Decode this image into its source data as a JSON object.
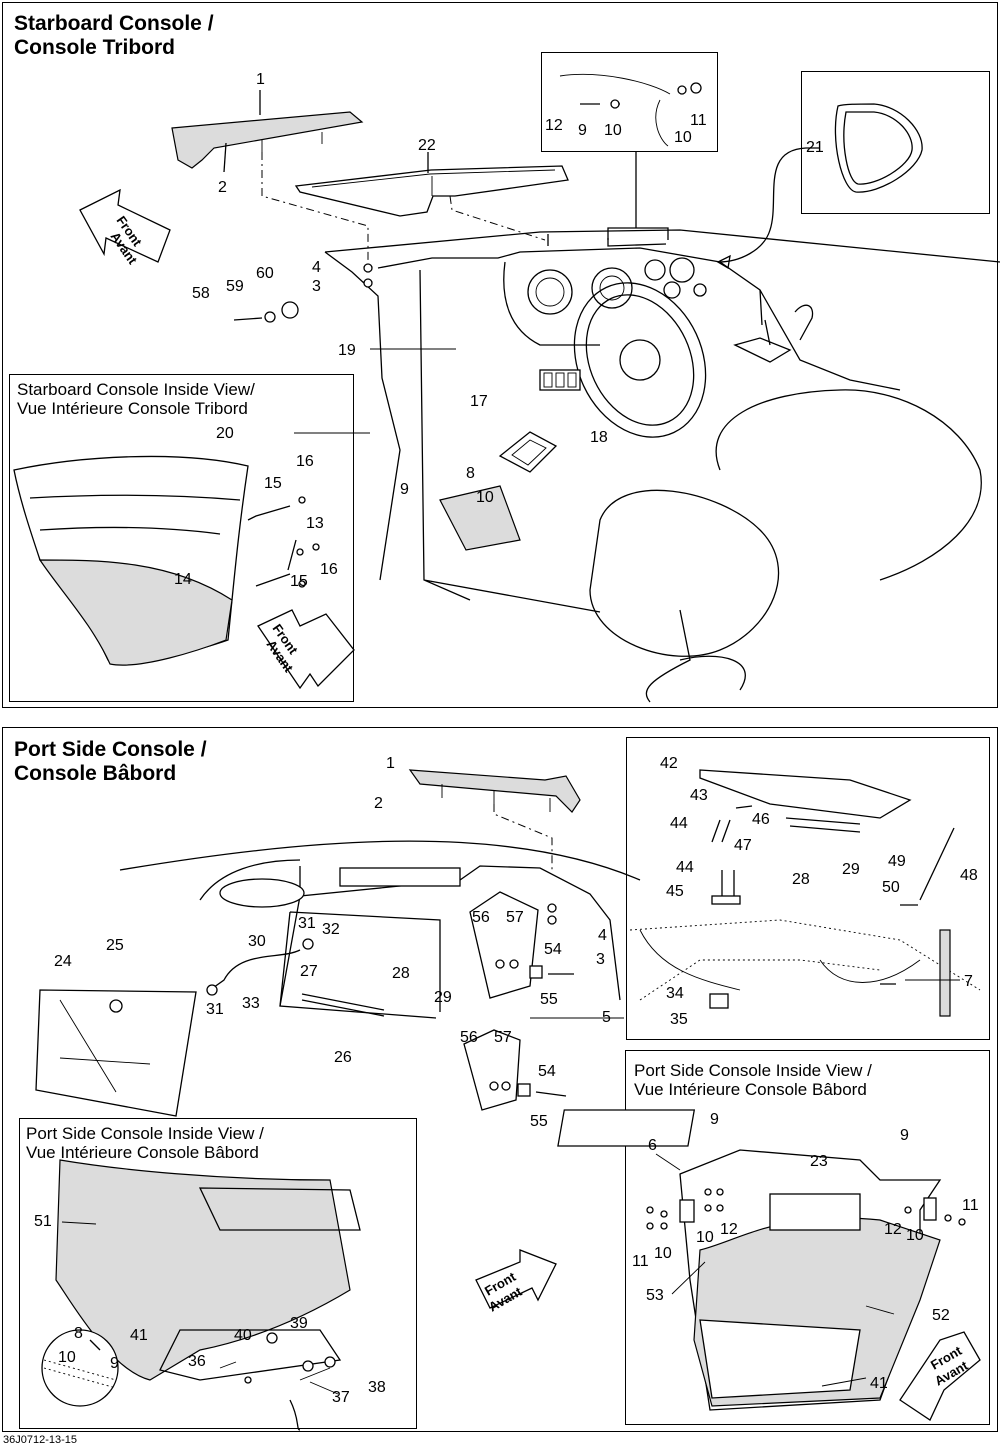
{
  "starboard": {
    "title_line1": "Starboard Console /",
    "title_line2": "Console Tribord",
    "inside_line1": "Starboard Console Inside View/",
    "inside_line2": "Vue Intérieure Console Tribord",
    "callouts": {
      "c1": "1",
      "c2": "2",
      "c22": "22",
      "c21": "21",
      "c12": "12",
      "c9": "9",
      "c10a": "10",
      "c10b": "10",
      "c11": "11",
      "c4": "4",
      "c3": "3",
      "c58": "58",
      "c59": "59",
      "c60": "60",
      "c19": "19",
      "c17": "17",
      "c18": "18",
      "c8": "8",
      "c9b": "9",
      "c10c": "10",
      "c20": "20",
      "c16a": "16",
      "c15a": "15",
      "c13": "13",
      "c14": "14",
      "c15b": "15",
      "c16b": "16"
    },
    "front1": [
      "Front",
      "Avant"
    ],
    "front2": [
      "Front",
      "Avant"
    ]
  },
  "port": {
    "title_line1": "Port Side Console /",
    "title_line2": "Console Bâbord",
    "inside_a_line1": "Port Side Console Inside View /",
    "inside_a_line2": "Vue Intérieure Console Bâbord",
    "inside_b_line1": "Port Side Console Inside View /",
    "inside_b_line2": "Vue Intérieure Console Bâbord",
    "callouts": {
      "c1": "1",
      "c2": "2",
      "c4": "4",
      "c3": "3",
      "c5": "5",
      "c25": "25",
      "c24": "24",
      "c30": "30",
      "c31a": "31",
      "c32": "32",
      "c27": "27",
      "c28": "28",
      "c29": "29",
      "c31b": "31",
      "c33": "33",
      "c26": "26",
      "c56a": "56",
      "c57a": "57",
      "c54a": "54",
      "c55a": "55",
      "c56b": "56",
      "c57b": "57",
      "c54b": "54",
      "c55b": "55",
      "c42": "42",
      "c43": "43",
      "c44a": "44",
      "c46": "46",
      "c47": "47",
      "c28b": "28",
      "c29b": "29",
      "c49": "49",
      "c48": "48",
      "c44b": "44",
      "c45": "45",
      "c50": "50",
      "c7": "7",
      "c34": "34",
      "c35": "35",
      "c51": "51",
      "c8": "8",
      "c10": "10",
      "c9": "9",
      "c41": "41",
      "c40": "40",
      "c39": "39",
      "c36": "36",
      "c37": "37",
      "c38": "38",
      "c9a": "9",
      "c9b": "9",
      "c6": "6",
      "c23": "23",
      "c12a": "12",
      "c12b": "12",
      "c11a": "11",
      "c11b": "11",
      "c10a": "10",
      "c10b": "10",
      "c10c": "10",
      "c53": "53",
      "c52": "52",
      "c41b": "41"
    },
    "front1": [
      "Front",
      "Avant"
    ],
    "front2": [
      "Front",
      "Avant"
    ]
  },
  "drawing_code": "36J0712-13-15"
}
